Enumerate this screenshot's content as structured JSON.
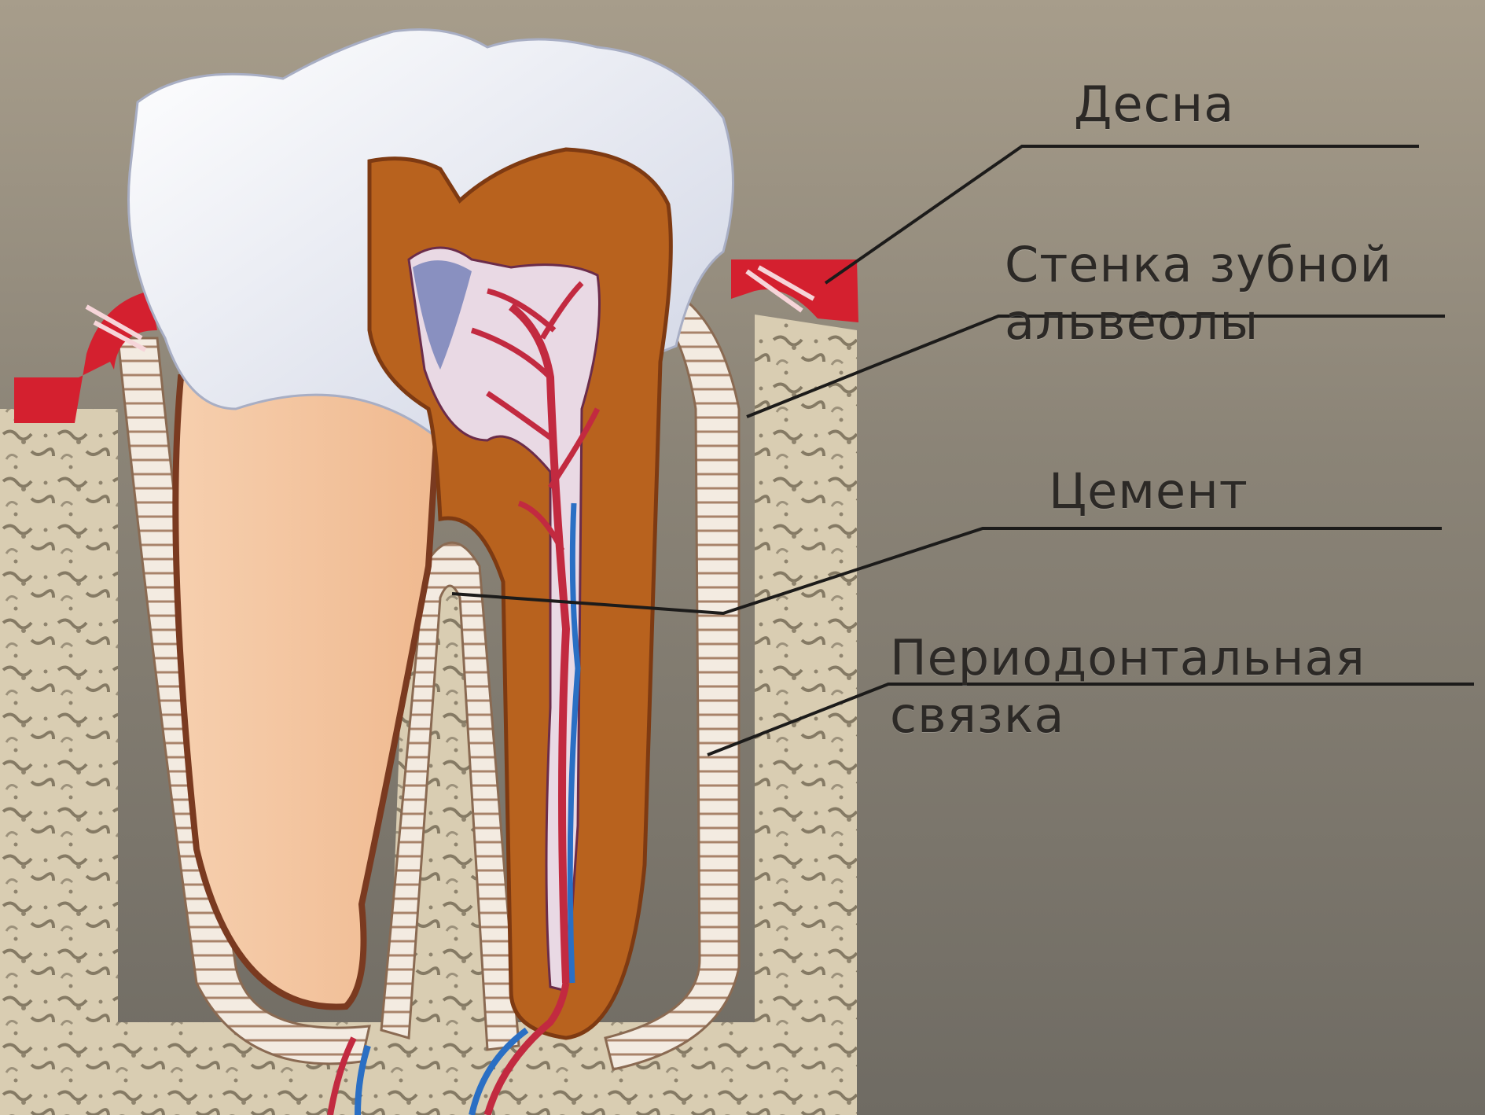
{
  "labels": {
    "gum": "Десна",
    "alveolar_wall_line1": "Стенка зубной",
    "alveolar_wall_line2": "альвеолы",
    "cement": "Цемент",
    "periodontal_ligament_line1": "Периодонтальная",
    "periodontal_ligament_line2": "связка"
  },
  "colors": {
    "background": "#8b8477",
    "bone": "#d9cdb2",
    "gum": "#d4202f",
    "enamel": "#eef0f8",
    "dentin_root": "#f4c8a4",
    "dentin_cut": "#b8621e",
    "pulp": "#e9d9e4",
    "artery": "#c22a40",
    "vein": "#2a6fc4",
    "ligament": "#f2e9e0",
    "leader_line": "#1c1b1a"
  }
}
